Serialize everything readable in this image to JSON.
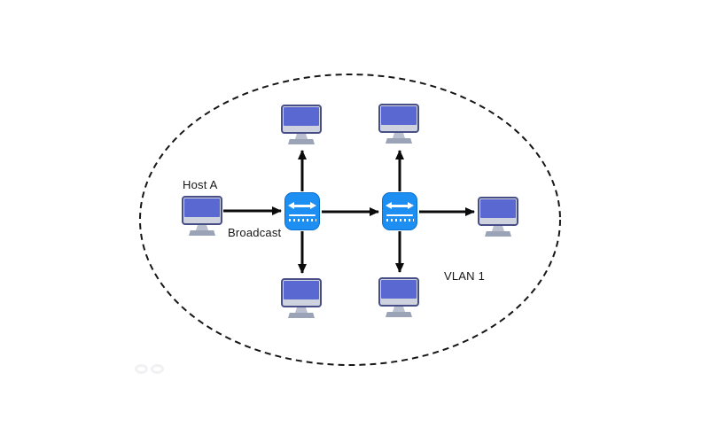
{
  "diagram": {
    "type": "network-topology",
    "labels": {
      "host_a": "Host A",
      "broadcast": "Broadcast",
      "vlan": "VLAN 1"
    },
    "colors": {
      "background": "#ffffff",
      "switch_fill": "#1e8ff2",
      "switch_border": "#0b6fd0",
      "switch_glyphs": "#ffffff",
      "monitor_frame": "#ced3df",
      "monitor_bezel": "#474f86",
      "screen_fill": "#5a69d2",
      "stand_gray": "#9ba3b7",
      "arrow_black": "#0b0b0b",
      "boundary_black": "#161616"
    },
    "icons": {
      "computer": "computer-icon",
      "switch": "network-switch-icon",
      "switch_glyph": "double-arrow-icon",
      "boundary": "dashed-ellipse"
    },
    "nodes": [
      {
        "id": "host-a",
        "type": "computer",
        "label": "Host A"
      },
      {
        "id": "switch-1",
        "type": "switch"
      },
      {
        "id": "switch-2",
        "type": "switch"
      },
      {
        "id": "pc-top-left",
        "type": "computer"
      },
      {
        "id": "pc-bottom-left",
        "type": "computer"
      },
      {
        "id": "pc-top-right",
        "type": "computer"
      },
      {
        "id": "pc-bottom-right",
        "type": "computer"
      },
      {
        "id": "pc-right",
        "type": "computer"
      }
    ],
    "edges": [
      {
        "from": "host-a",
        "to": "switch-1",
        "label": "Broadcast"
      },
      {
        "from": "switch-1",
        "to": "pc-top-left"
      },
      {
        "from": "switch-1",
        "to": "pc-bottom-left"
      },
      {
        "from": "switch-1",
        "to": "switch-2"
      },
      {
        "from": "switch-2",
        "to": "pc-top-right"
      },
      {
        "from": "switch-2",
        "to": "pc-bottom-right"
      },
      {
        "from": "switch-2",
        "to": "pc-right"
      }
    ],
    "boundary": {
      "shape": "dashed-ellipse",
      "label": "VLAN 1"
    }
  }
}
